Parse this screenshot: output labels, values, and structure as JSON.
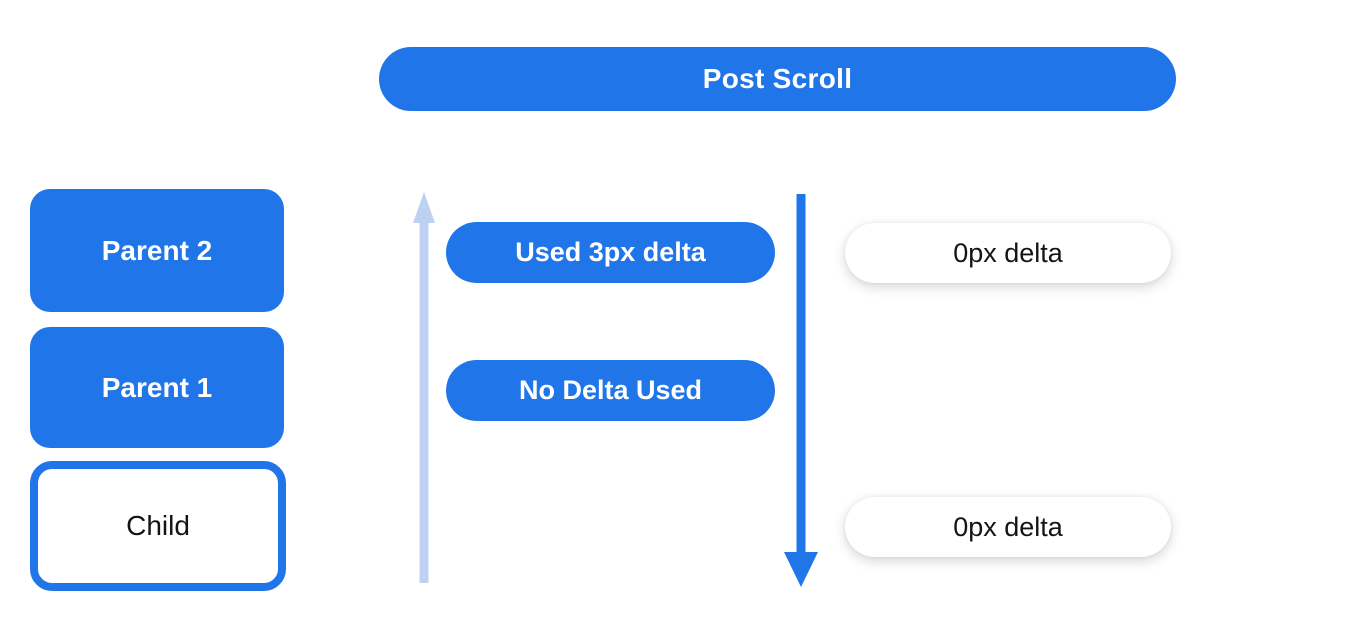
{
  "colors": {
    "blue": "#2075e8",
    "light_blue": "#bdd2f3",
    "white": "#ffffff",
    "text_dark": "#141414"
  },
  "header": {
    "label": "Post Scroll"
  },
  "stack": {
    "boxes": [
      {
        "label": "Parent 2",
        "variant": "blue"
      },
      {
        "label": "Parent 1",
        "variant": "blue"
      },
      {
        "label": "Child",
        "variant": "outline"
      }
    ]
  },
  "middle": {
    "up_arrow_icon": "up-arrow",
    "down_arrow_icon": "down-arrow",
    "labels": [
      {
        "label": "Used 3px delta"
      },
      {
        "label": "No Delta Used"
      }
    ]
  },
  "right": {
    "labels": [
      {
        "label": "0px delta"
      },
      {
        "label": "0px delta"
      }
    ]
  }
}
